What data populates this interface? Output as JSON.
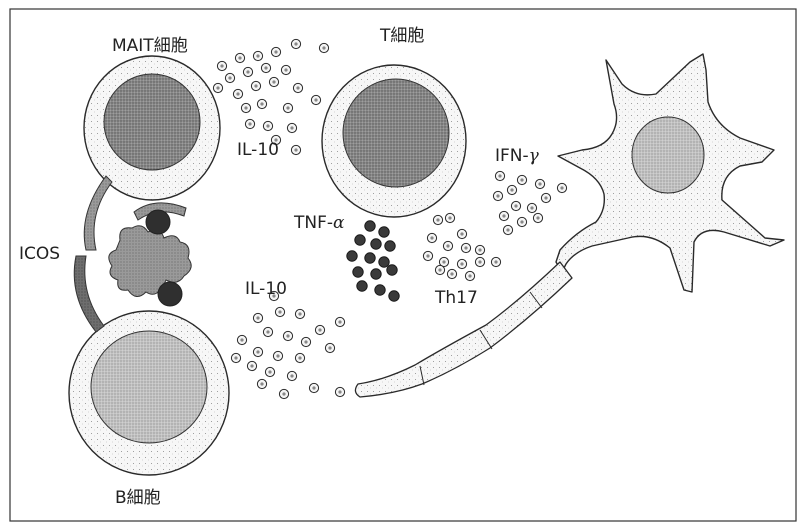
{
  "labels": {
    "mait_cell": "MAIT細胞",
    "t_cell": "T細胞",
    "b_cell": "B細胞",
    "icos": "ICOS",
    "il10_top": "IL-10",
    "il10_bottom": "IL-10",
    "ifn_prefix": "IFN-",
    "ifn_greek": "γ",
    "tnf_prefix": "TNF-",
    "tnf_greek": "α",
    "th17": "Th17"
  },
  "colors": {
    "ink": "#2a2a2a",
    "nucleus": "#6a6a6a",
    "dark_particle": "#3a3a3a",
    "light_particle": "#f4f4f4"
  }
}
